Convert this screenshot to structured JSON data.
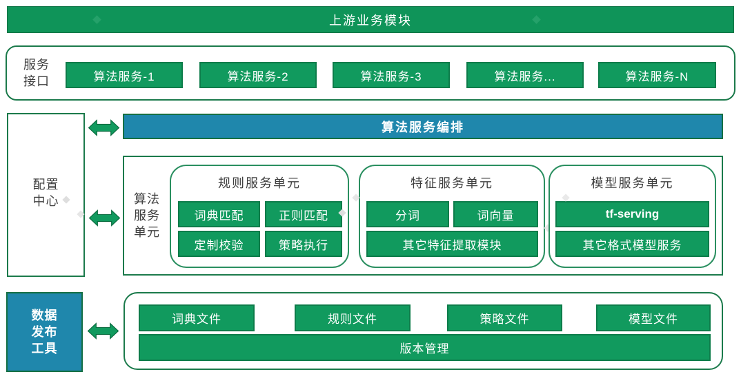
{
  "colors": {
    "green_fill": "#119a5e",
    "green_banner": "#0f9459",
    "green_border_dark": "#0d7c4a",
    "container_border": "#1b7a4b",
    "group_border": "#2a8f60",
    "blue_fill": "#1f87ac",
    "arrow_green": "#119a5e",
    "dark_text": "#3f3f3f",
    "white_text": "#ffffff"
  },
  "top_bar": {
    "label": "上游业务模块"
  },
  "service_interface": {
    "label_lines": [
      "服务",
      "接口"
    ],
    "services": [
      "算法服务-1",
      "算法服务-2",
      "算法服务-3",
      "算法服务...",
      "算法服务-N"
    ]
  },
  "config_center": {
    "label_lines": [
      "配置",
      "中心"
    ]
  },
  "orchestration": {
    "label": "算法服务编排"
  },
  "algo_unit": {
    "label_lines": [
      "算法",
      "服务",
      "单元"
    ],
    "rule_group": {
      "title": "规则服务单元",
      "items": [
        "词典匹配",
        "正则匹配",
        "定制校验",
        "策略执行"
      ]
    },
    "feature_group": {
      "title": "特征服务单元",
      "items": [
        "分词",
        "词向量",
        "其它特征提取模块"
      ]
    },
    "model_group": {
      "title": "模型服务单元",
      "items": [
        "tf-serving",
        "其它格式模型服务"
      ]
    }
  },
  "data_publish": {
    "label_lines": [
      "数据",
      "发布",
      "工具"
    ]
  },
  "file_section": {
    "files": [
      "词典文件",
      "规则文件",
      "策略文件",
      "模型文件"
    ],
    "version_label": "版本管理"
  }
}
